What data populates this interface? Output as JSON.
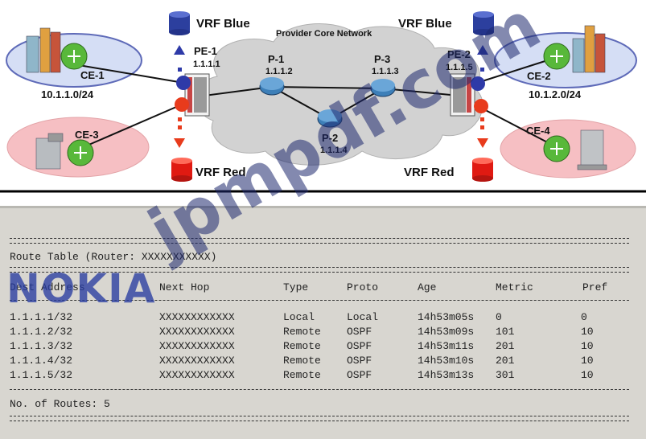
{
  "diagram": {
    "title": "Provider Core Network",
    "vrf_blue_left": "VRF Blue",
    "vrf_blue_right": "VRF Blue",
    "vrf_red_left": "VRF Red",
    "vrf_red_right": "VRF Red",
    "pe1": {
      "name": "PE-1",
      "ip": "1.1.1.1"
    },
    "pe2": {
      "name": "PE-2",
      "ip": "1.1.1.5"
    },
    "p1": {
      "name": "P-1",
      "ip": "1.1.1.2"
    },
    "p2": {
      "name": "P-2",
      "ip": "1.1.1.4"
    },
    "p3": {
      "name": "P-3",
      "ip": "1.1.1.3"
    },
    "ce1": {
      "name": "CE-1",
      "subnet": "10.1.1.0/24"
    },
    "ce2": {
      "name": "CE-2",
      "subnet": "10.1.2.0/24"
    },
    "ce3": {
      "name": "CE-3"
    },
    "ce4": {
      "name": "CE-4"
    },
    "colors": {
      "blue": "#2e3aa8",
      "red": "#e83b1c",
      "blue_site": "#cfd8f2",
      "red_site": "#f4b9bd",
      "cloud": "#cfcfcf"
    }
  },
  "route_table": {
    "title": "Route Table (Router: XXXXXXXXXXX)",
    "headers": [
      "Dest Address",
      "Next Hop",
      "Type",
      "Proto",
      "Age",
      "Metric",
      "Pref"
    ],
    "rows": [
      [
        "1.1.1.1/32",
        "XXXXXXXXXXXX",
        "Local",
        "Local",
        "14h53m05s",
        "0",
        "0"
      ],
      [
        "1.1.1.2/32",
        "XXXXXXXXXXXX",
        "Remote",
        "OSPF",
        "14h53m09s",
        "101",
        "10"
      ],
      [
        "1.1.1.3/32",
        "XXXXXXXXXXXX",
        "Remote",
        "OSPF",
        "14h53m11s",
        "201",
        "10"
      ],
      [
        "1.1.1.4/32",
        "XXXXXXXXXXXX",
        "Remote",
        "OSPF",
        "14h53m10s",
        "201",
        "10"
      ],
      [
        "1.1.1.5/32",
        "XXXXXXXXXXXX",
        "Remote",
        "OSPF",
        "14h53m13s",
        "301",
        "10"
      ]
    ],
    "footer": "No. of Routes: 5"
  },
  "watermarks": {
    "brand": "NOKIA",
    "site": "jpmpdf.com"
  }
}
